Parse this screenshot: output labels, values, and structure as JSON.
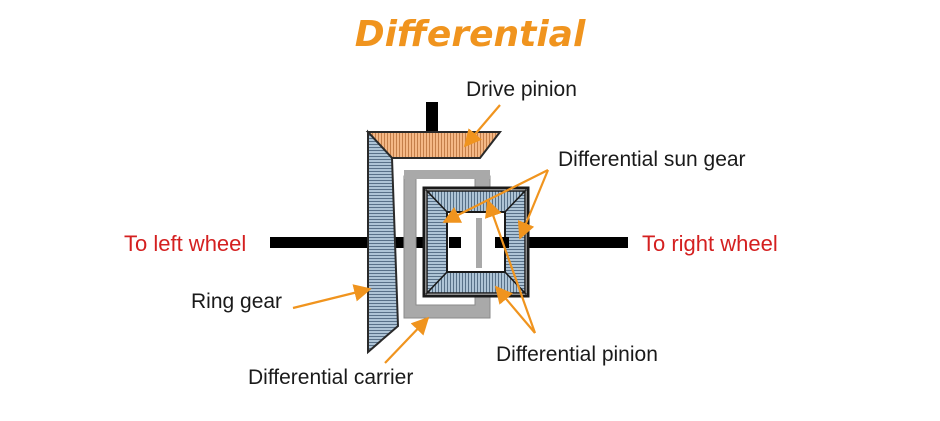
{
  "title": "Differential",
  "colors": {
    "title": "#f0941e",
    "arrow": "#f0941e",
    "side_label": "#d42020",
    "gear_fill": "#aec4d6",
    "gear_teeth": "#4f6880",
    "ring_gear": "#aec4d6",
    "drive_pinion": "#f4b886",
    "carrier": "#a9a9a9",
    "shaft": "#000000"
  },
  "labels": {
    "drive_pinion": "Drive pinion",
    "sun_gear": "Differential sun gear",
    "left_wheel": "To left wheel",
    "right_wheel": "To right wheel",
    "ring_gear": "Ring gear",
    "differential_pinion": "Differential pinion",
    "carrier": "Differential carrier"
  }
}
